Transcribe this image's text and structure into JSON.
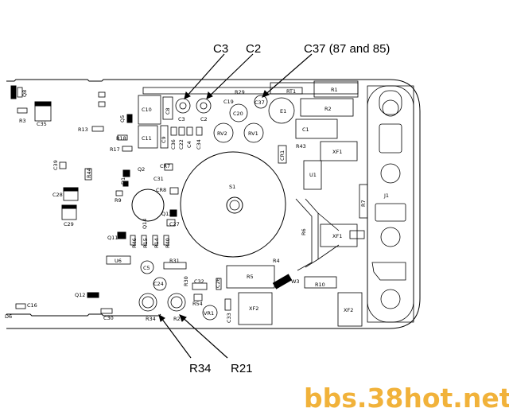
{
  "callouts": {
    "c3": "C3",
    "c2": "C2",
    "c37": "C37 (87 and 85)",
    "r34": "R34",
    "r21": "R21"
  },
  "watermark": "bbs.38hot.net",
  "labels": {
    "r1": "R1",
    "rt1": "RT1",
    "r2": "R2",
    "r29": "R29",
    "c37": "C37",
    "c19": "C19",
    "c20": "C20",
    "e1": "E1",
    "c1": "C1",
    "c10": "C10",
    "c8": "C8",
    "c3": "C3",
    "c2": "C2",
    "rv2": "RV2",
    "rv1": "RV1",
    "r43": "R43",
    "cr1": "CR1",
    "xf1a": "XF1",
    "xf1b": "XF1",
    "u1": "U1",
    "j1": "J1",
    "r7": "R7",
    "r6": "R6",
    "r4": "R4",
    "r5": "R5",
    "r10": "R10",
    "xf2a": "XF2",
    "xf2b": "XF2",
    "s1": "S1",
    "c11": "C11",
    "c9": "C9",
    "c36": "C36",
    "c22": "C22",
    "c4": "C4",
    "c34": "C34",
    "q5": "Q5",
    "r13": "R13",
    "r18": "R18",
    "r17": "R17",
    "c39": "C39",
    "r44": "R44",
    "q2": "Q2",
    "d1": "D1",
    "c28": "C28",
    "r9": "R9",
    "c29": "C29",
    "cr7": "CR7",
    "c31": "C31",
    "cr8": "CR8",
    "q13": "Q13",
    "c27": "C27",
    "q14": "Q14",
    "q11": "Q11",
    "r46": "R46",
    "r15": "R15",
    "r14": "R14",
    "r40": "R40",
    "u6": "U6",
    "c5": "C5",
    "r31": "R31",
    "c24": "C24",
    "r30": "R30",
    "c32": "C32",
    "c26": "C26",
    "r54": "R54",
    "vr1": "VR1",
    "c33": "C33",
    "r34": "R34",
    "r21": "R21",
    "q12": "Q12",
    "c30": "C30",
    "c16": "C16",
    "d6": "D6",
    "r3": "R3",
    "c35": "C35",
    "q8": "Q8",
    "w3": "W3"
  }
}
